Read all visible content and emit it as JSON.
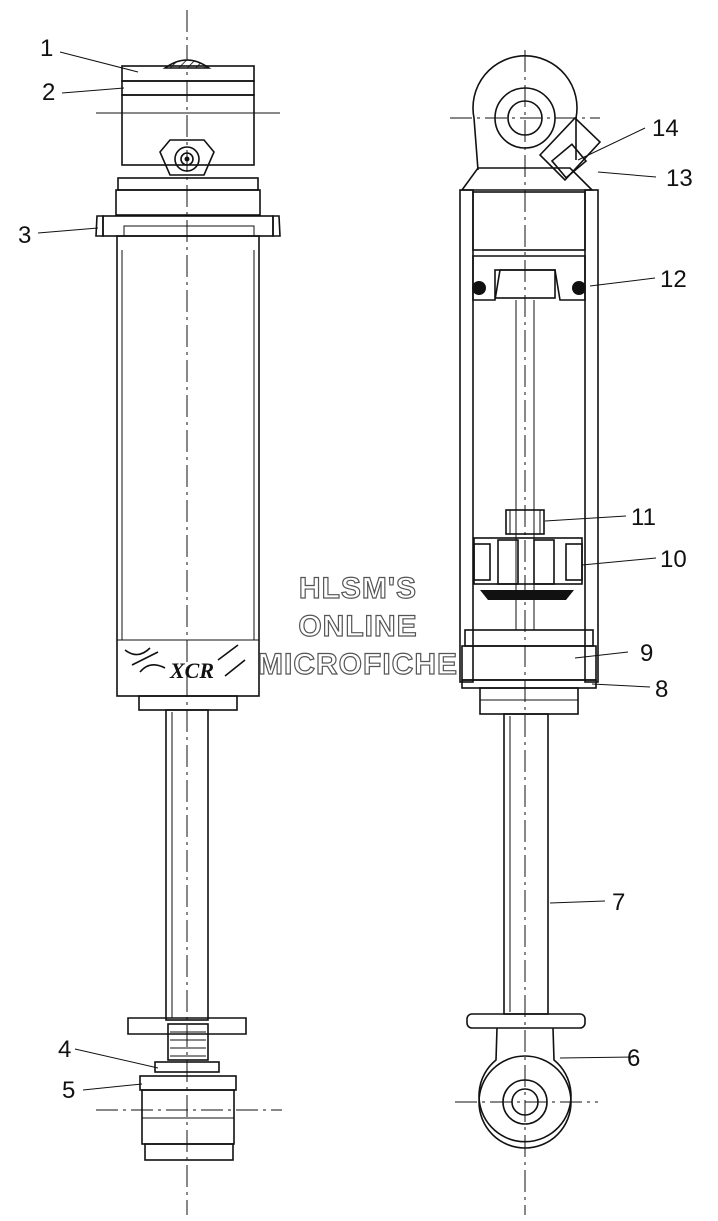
{
  "watermark": {
    "line1": "HLSM'S",
    "line2": "ONLINE",
    "line3": "MICROFICHE"
  },
  "logo": {
    "text": "XCR"
  },
  "callouts": {
    "c1": "1",
    "c2": "2",
    "c3": "3",
    "c4": "4",
    "c5": "5",
    "c6": "6",
    "c7": "7",
    "c8": "8",
    "c9": "9",
    "c10": "10",
    "c11": "11",
    "c12": "12",
    "c13": "13",
    "c14": "14"
  }
}
